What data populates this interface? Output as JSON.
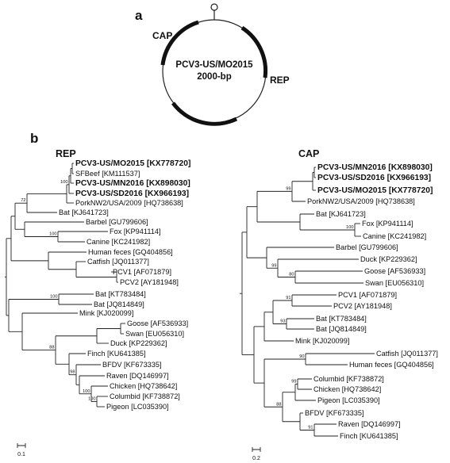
{
  "panel_a": {
    "letter": "a",
    "genome_name": "PCV3-US/MO2015",
    "genome_size": "2000-bp",
    "gene_labels": [
      "CAP",
      "REP"
    ]
  },
  "panel_b": {
    "letter": "b",
    "rep_tree": {
      "title": "REP",
      "scale": "0.1",
      "leaves": [
        {
          "label": "PCV3-US/MO2015 [KX778720]",
          "bold": true
        },
        {
          "label": "SFBeef [KM111537]",
          "bold": false
        },
        {
          "label": "PCV3-US/MN2016 [KX898030]",
          "bold": true
        },
        {
          "label": "PCV3-US/SD2016 [KX966193]",
          "bold": true
        },
        {
          "label": "PorkNW2/USA/2009 [HQ738638]",
          "bold": false
        },
        {
          "label": "Bat [KJ641723]",
          "bold": false
        },
        {
          "label": "Barbel [GU799606]",
          "bold": false
        },
        {
          "label": "Fox [KP941114]",
          "bold": false
        },
        {
          "label": "Canine [KC241982]",
          "bold": false
        },
        {
          "label": "Human feces [GQ404856]",
          "bold": false
        },
        {
          "label": "Catfish [JQ011377]",
          "bold": false
        },
        {
          "label": "PCV1 [AF071879]",
          "bold": false
        },
        {
          "label": "PCV2 [AY181948]",
          "bold": false
        },
        {
          "label": "Bat [KT783484]",
          "bold": false
        },
        {
          "label": "Bat [JQ814849]",
          "bold": false
        },
        {
          "label": "Mink [KJ020099]",
          "bold": false
        },
        {
          "label": "Goose [AF536933]",
          "bold": false
        },
        {
          "label": "Swan [EU056310]",
          "bold": false
        },
        {
          "label": "Duck [KP229362]",
          "bold": false
        },
        {
          "label": "Finch [KU641385]",
          "bold": false
        },
        {
          "label": "BFDV [KF673335]",
          "bold": false
        },
        {
          "label": "Raven [DQ146997]",
          "bold": false
        },
        {
          "label": "Chicken [HQ738642]",
          "bold": false
        },
        {
          "label": "Columbid [KF738872]",
          "bold": false
        },
        {
          "label": "Pigeon [LC035390]",
          "bold": false
        }
      ],
      "bootstrap": [
        "100",
        "72",
        "100",
        "100",
        "100",
        "88",
        "98",
        "100"
      ]
    },
    "cap_tree": {
      "title": "CAP",
      "scale": "0.2",
      "leaves": [
        {
          "label": "PCV3-US/MN2016 [KX898030]",
          "bold": true
        },
        {
          "label": "PCV3-US/SD2016 [KX966193]",
          "bold": true
        },
        {
          "label": "PCV3-US/MO2015 [KX778720]",
          "bold": true
        },
        {
          "label": "PorkNW2/USA/2009 [HQ738638]",
          "bold": false
        },
        {
          "label": "Bat [KJ641723]",
          "bold": false
        },
        {
          "label": "Fox [KP941114]",
          "bold": false
        },
        {
          "label": "Canine [KC241982]",
          "bold": false
        },
        {
          "label": "Barbel [GU799606]",
          "bold": false
        },
        {
          "label": "Duck [KP229362]",
          "bold": false
        },
        {
          "label": "Goose [AF536933]",
          "bold": false
        },
        {
          "label": "Swan [EU056310]",
          "bold": false
        },
        {
          "label": "PCV1 [AF071879]",
          "bold": false
        },
        {
          "label": "PCV2 [AY181948]",
          "bold": false
        },
        {
          "label": "Bat [KT783484]",
          "bold": false
        },
        {
          "label": "Bat [JQ814849]",
          "bold": false
        },
        {
          "label": "Mink [KJ020099]",
          "bold": false
        },
        {
          "label": "Catfish [JQ011377]",
          "bold": false
        },
        {
          "label": "Human feces [GQ404856]",
          "bold": false
        },
        {
          "label": "Columbid [KF738872]",
          "bold": false
        },
        {
          "label": "Chicken [HQ738642]",
          "bold": false
        },
        {
          "label": "Pigeon [LC035390]",
          "bold": false
        },
        {
          "label": "BFDV [KF673335]",
          "bold": false
        },
        {
          "label": "Raven [DQ146997]",
          "bold": false
        },
        {
          "label": "Finch [KU641385]",
          "bold": false
        }
      ],
      "bootstrap": [
        "99",
        "100",
        "99",
        "80",
        "91",
        "93",
        "90",
        "99",
        "88",
        "91"
      ]
    }
  }
}
